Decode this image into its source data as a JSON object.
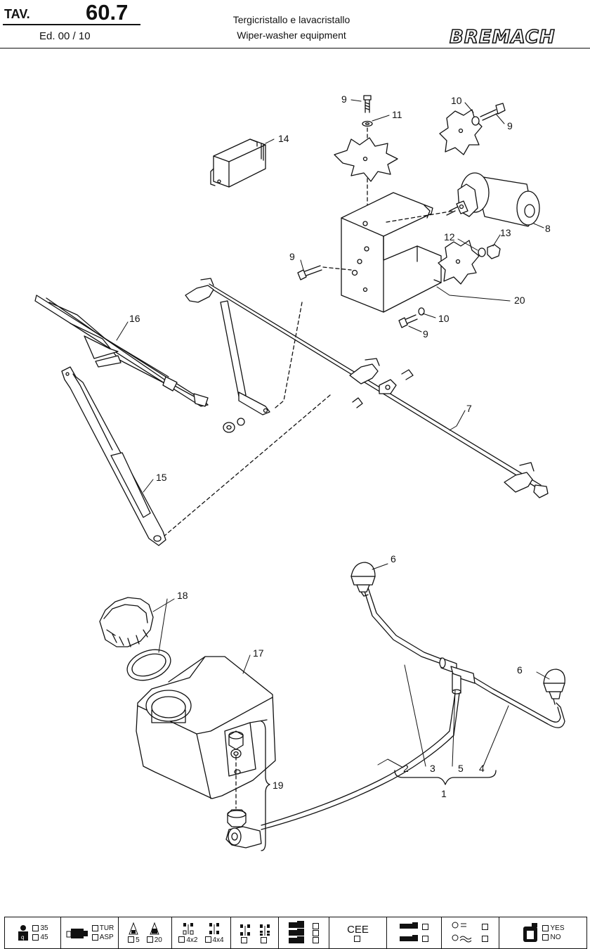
{
  "header": {
    "tav_label": "TAV.",
    "tav_number": "60.7",
    "edition": "Ed. 00 / 10",
    "title_it": "Tergicristallo e lavacristallo",
    "title_en": "Wiper-washer equipment",
    "brand": "BREMACH"
  },
  "callouts": {
    "c9a": "9",
    "c11": "11",
    "c10a": "10",
    "c9b": "9",
    "c14": "14",
    "c8": "8",
    "c12": "12",
    "c13": "13",
    "c9c": "9",
    "c20": "20",
    "c10b": "10",
    "c9d": "9",
    "c16": "16",
    "c7": "7",
    "c15": "15",
    "c6a": "6",
    "c6b": "6",
    "c18": "18",
    "c17": "17",
    "c19": "19",
    "c2": "2",
    "c3": "3",
    "c5": "5",
    "c4": "4",
    "c1": "1"
  },
  "footer": {
    "w35": "35",
    "w45": "45",
    "tur": "TUR",
    "asp": "ASP",
    "p5": "5",
    "p20": "20",
    "d4x2": "4x2",
    "d4x4": "4x4",
    "cee": "CEE",
    "yes": "YES",
    "no": "NO"
  }
}
